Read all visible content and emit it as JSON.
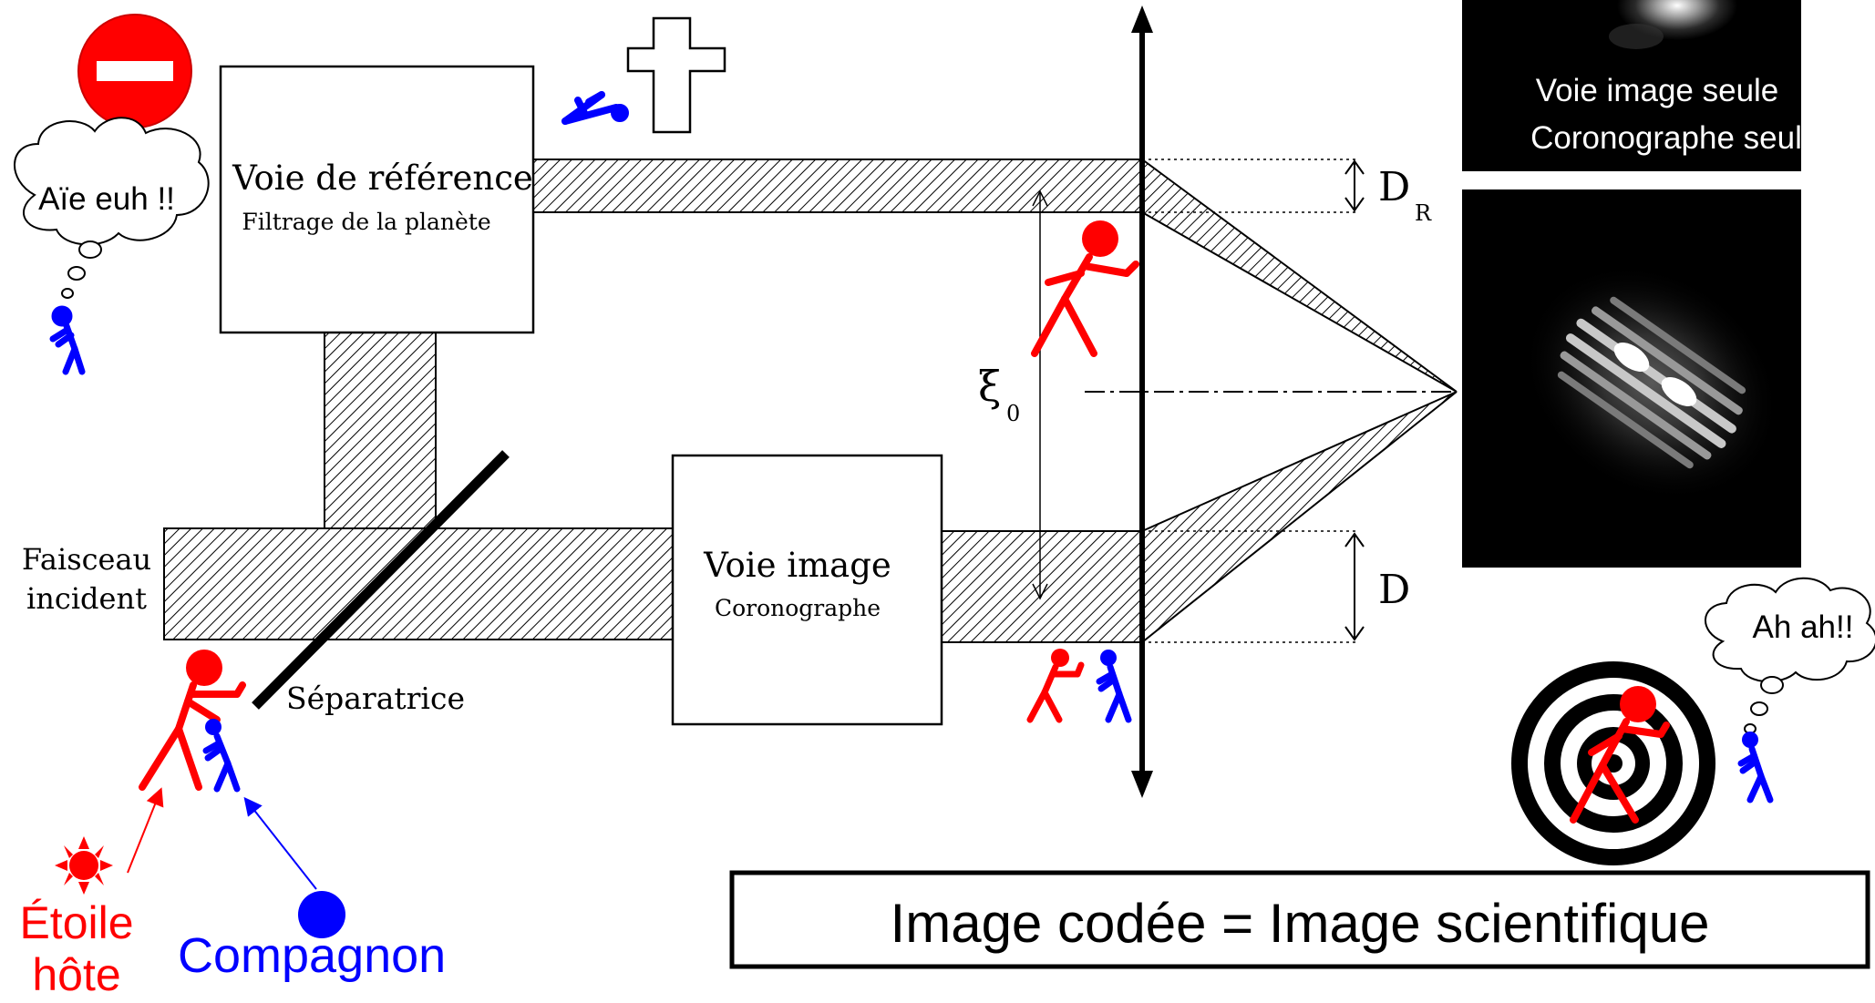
{
  "reference_path": {
    "title": "Voie de référence",
    "subtitle": "Filtrage de la planète"
  },
  "image_path": {
    "title": "Voie image",
    "subtitle": "Coronographe"
  },
  "incident_beam_label": [
    "Faisceau",
    "incident"
  ],
  "beamsplitter_label": "Séparatrice",
  "labels": {
    "d_r_main": "D",
    "d_r_sub": "R",
    "d": "D",
    "xi_main": "ξ",
    "xi_sub": "0"
  },
  "thought_ouch": "Aïe euh !!",
  "thought_haha": "Ah ah!!",
  "star_label": [
    "Étoile",
    "hôte"
  ],
  "companion_label": "Compagnon",
  "top_panel_text": [
    "Voie image seule",
    "Coronographe seul"
  ],
  "conclusion": "Image codée = Image scientifique",
  "colors": {
    "star": "#ff0000",
    "companion": "#0000ff",
    "panel": "#000000",
    "hatch": "#000000"
  }
}
